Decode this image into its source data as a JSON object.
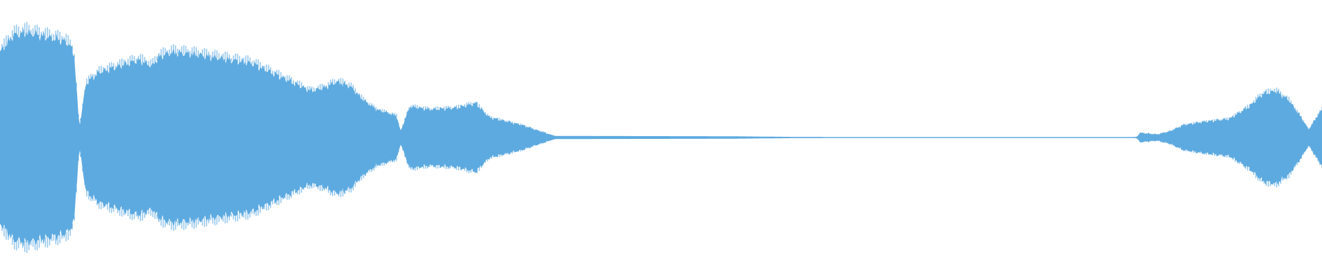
{
  "waveform": {
    "color": "#5DAAE0",
    "background": "#ffffff",
    "amplitude_envelope": [
      [
        0.0,
        0.55
      ],
      [
        0.01,
        0.66
      ],
      [
        0.02,
        0.68
      ],
      [
        0.03,
        0.66
      ],
      [
        0.04,
        0.64
      ],
      [
        0.05,
        0.62
      ],
      [
        0.056,
        0.55
      ],
      [
        0.06,
        0.06
      ],
      [
        0.065,
        0.35
      ],
      [
        0.075,
        0.42
      ],
      [
        0.09,
        0.46
      ],
      [
        0.105,
        0.5
      ],
      [
        0.115,
        0.46
      ],
      [
        0.12,
        0.52
      ],
      [
        0.13,
        0.55
      ],
      [
        0.145,
        0.54
      ],
      [
        0.16,
        0.52
      ],
      [
        0.175,
        0.5
      ],
      [
        0.19,
        0.48
      ],
      [
        0.205,
        0.42
      ],
      [
        0.22,
        0.36
      ],
      [
        0.235,
        0.3
      ],
      [
        0.245,
        0.32
      ],
      [
        0.255,
        0.36
      ],
      [
        0.265,
        0.33
      ],
      [
        0.275,
        0.24
      ],
      [
        0.285,
        0.18
      ],
      [
        0.3,
        0.14
      ],
      [
        0.303,
        0.04
      ],
      [
        0.31,
        0.2
      ],
      [
        0.325,
        0.18
      ],
      [
        0.345,
        0.19
      ],
      [
        0.36,
        0.22
      ],
      [
        0.37,
        0.13
      ],
      [
        0.385,
        0.1
      ],
      [
        0.395,
        0.08
      ],
      [
        0.405,
        0.05
      ],
      [
        0.42,
        0.01
      ],
      [
        0.55,
        0.008
      ],
      [
        0.6,
        0.004
      ],
      [
        0.7,
        0.003
      ],
      [
        0.85,
        0.003
      ],
      [
        0.86,
        0.004
      ],
      [
        0.862,
        0.03
      ],
      [
        0.875,
        0.02
      ],
      [
        0.885,
        0.04
      ],
      [
        0.895,
        0.08
      ],
      [
        0.91,
        0.1
      ],
      [
        0.93,
        0.12
      ],
      [
        0.945,
        0.2
      ],
      [
        0.955,
        0.28
      ],
      [
        0.965,
        0.3
      ],
      [
        0.975,
        0.24
      ],
      [
        0.985,
        0.12
      ],
      [
        0.99,
        0.05
      ],
      [
        0.995,
        0.12
      ],
      [
        1.0,
        0.18
      ]
    ]
  }
}
